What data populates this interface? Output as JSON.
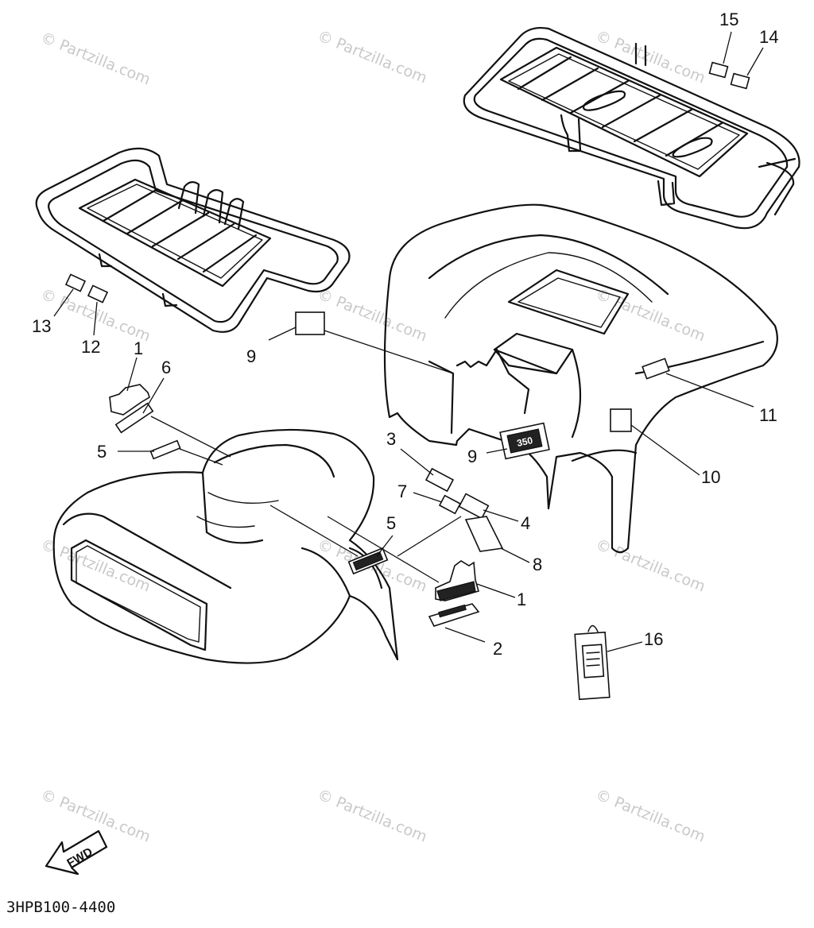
{
  "diagram": {
    "watermark": "© Partzilla.com",
    "diagram_code": "3HPB100-4400",
    "fwd_label": "FWD",
    "emblem_text": "350",
    "callouts": {
      "c1a": "1",
      "c1b": "1",
      "c2": "2",
      "c3": "3",
      "c4": "4",
      "c5a": "5",
      "c5b": "5",
      "c6": "6",
      "c7": "7",
      "c8": "8",
      "c9a": "9",
      "c9b": "9",
      "c10": "10",
      "c11": "11",
      "c12": "12",
      "c13": "13",
      "c14": "14",
      "c15": "15",
      "c16": "16"
    }
  }
}
